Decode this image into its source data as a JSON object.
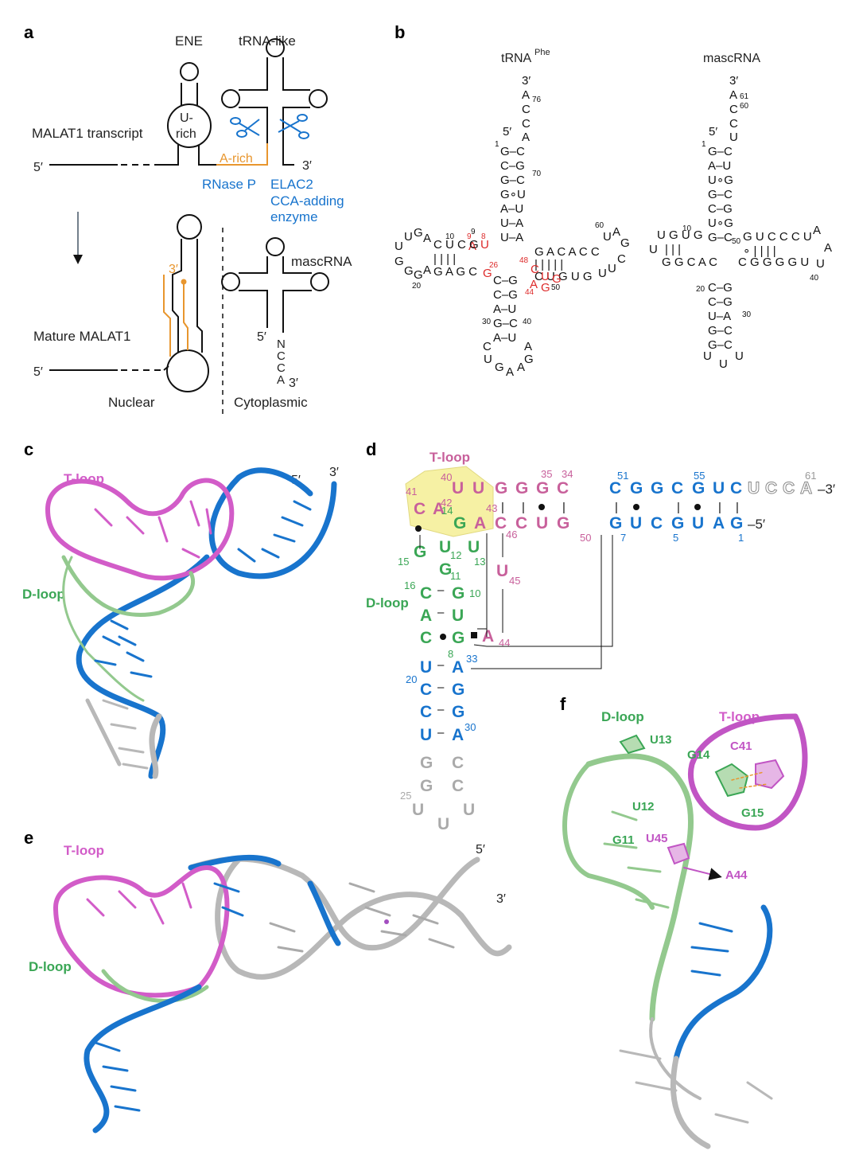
{
  "panels": {
    "a": "a",
    "b": "b",
    "c": "c",
    "d": "d",
    "e": "e",
    "f": "f"
  },
  "colors": {
    "blue": "#1874cd",
    "pink": "#c8609b",
    "magenta": "#d25cc8",
    "green": "#3aa655",
    "orange": "#e8962e",
    "red": "#dd2a2a",
    "gray": "#a8a8a8",
    "yellow": "#f6f1a4"
  },
  "a": {
    "ene": "ENE",
    "trna_like": "tRNA-like",
    "transcript": "MALAT1 transcript",
    "u_rich_1": "U-",
    "u_rich_2": "rich",
    "a_rich": "A-rich",
    "five": "5′",
    "three": "3′",
    "rnase_p": "RNase P",
    "elac2": "ELAC2",
    "cca_adding": "CCA-adding",
    "enzyme": "enzyme",
    "mature": "Mature MALAT1",
    "mascrna": "mascRNA",
    "nuclear": "Nuclear",
    "cytoplasmic": "Cytoplasmic",
    "tail": [
      "N",
      "C",
      "C",
      "A"
    ]
  },
  "b": {
    "trna_title": "tRNA",
    "trna_sup": "Phe",
    "masc_title": "mascRNA",
    "three": "3′",
    "five": "5′"
  },
  "c": {
    "t_loop": "T-loop",
    "d_loop": "D-loop",
    "five": "5′",
    "three": "3′"
  },
  "d": {
    "t_loop": "T-loop",
    "d_loop": "D-loop",
    "three_end": "–3′",
    "five_end": "–5′"
  },
  "e": {
    "t_loop": "T-loop",
    "d_loop": "D-loop",
    "five": "5′",
    "three": "3′"
  },
  "f": {
    "d_loop": "D-loop",
    "t_loop": "T-loop",
    "residues": [
      "U13",
      "G14",
      "C41",
      "U12",
      "G15",
      "G11",
      "U45",
      "A44"
    ]
  }
}
